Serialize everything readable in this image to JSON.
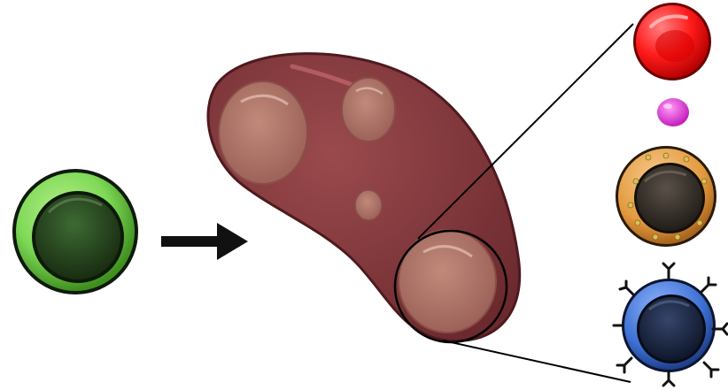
{
  "diagram": {
    "description_free": true,
    "nodes": [
      {
        "id": "precursor-cell",
        "icon": "green-stem-cell-icon",
        "colors": {
          "ring": "#7ed957",
          "ring_dark": "#2f7d16",
          "nucleus": "#1f3d1a"
        }
      },
      {
        "id": "spleen-organ",
        "icon": "spleen-organ-icon",
        "colors": {
          "body": "#8a3b3f",
          "body_dark": "#5e1f24",
          "nodule": "#a86a5e"
        }
      },
      {
        "id": "red-blood-cell",
        "icon": "erythrocyte-icon",
        "colors": {
          "main": "#ff1a1a",
          "dark": "#b80000"
        }
      },
      {
        "id": "platelet",
        "icon": "platelet-icon",
        "colors": {
          "main": "#e02ad8"
        }
      },
      {
        "id": "granulocyte",
        "icon": "granulocyte-icon",
        "colors": {
          "ring": "#e8a64c",
          "granule": "#d4b84a",
          "nucleus": "#2b2620"
        }
      },
      {
        "id": "lymphocyte",
        "icon": "lymphocyte-icon",
        "colors": {
          "ring": "#3c6fd1",
          "nucleus": "#13213f",
          "receptor": "#111111"
        }
      }
    ],
    "edges": [
      {
        "from": "precursor-cell",
        "to": "spleen-organ",
        "type": "arrow"
      }
    ],
    "callout": {
      "from": "spleen-organ",
      "targets": [
        "red-blood-cell",
        "platelet",
        "granulocyte",
        "lymphocyte"
      ]
    }
  }
}
